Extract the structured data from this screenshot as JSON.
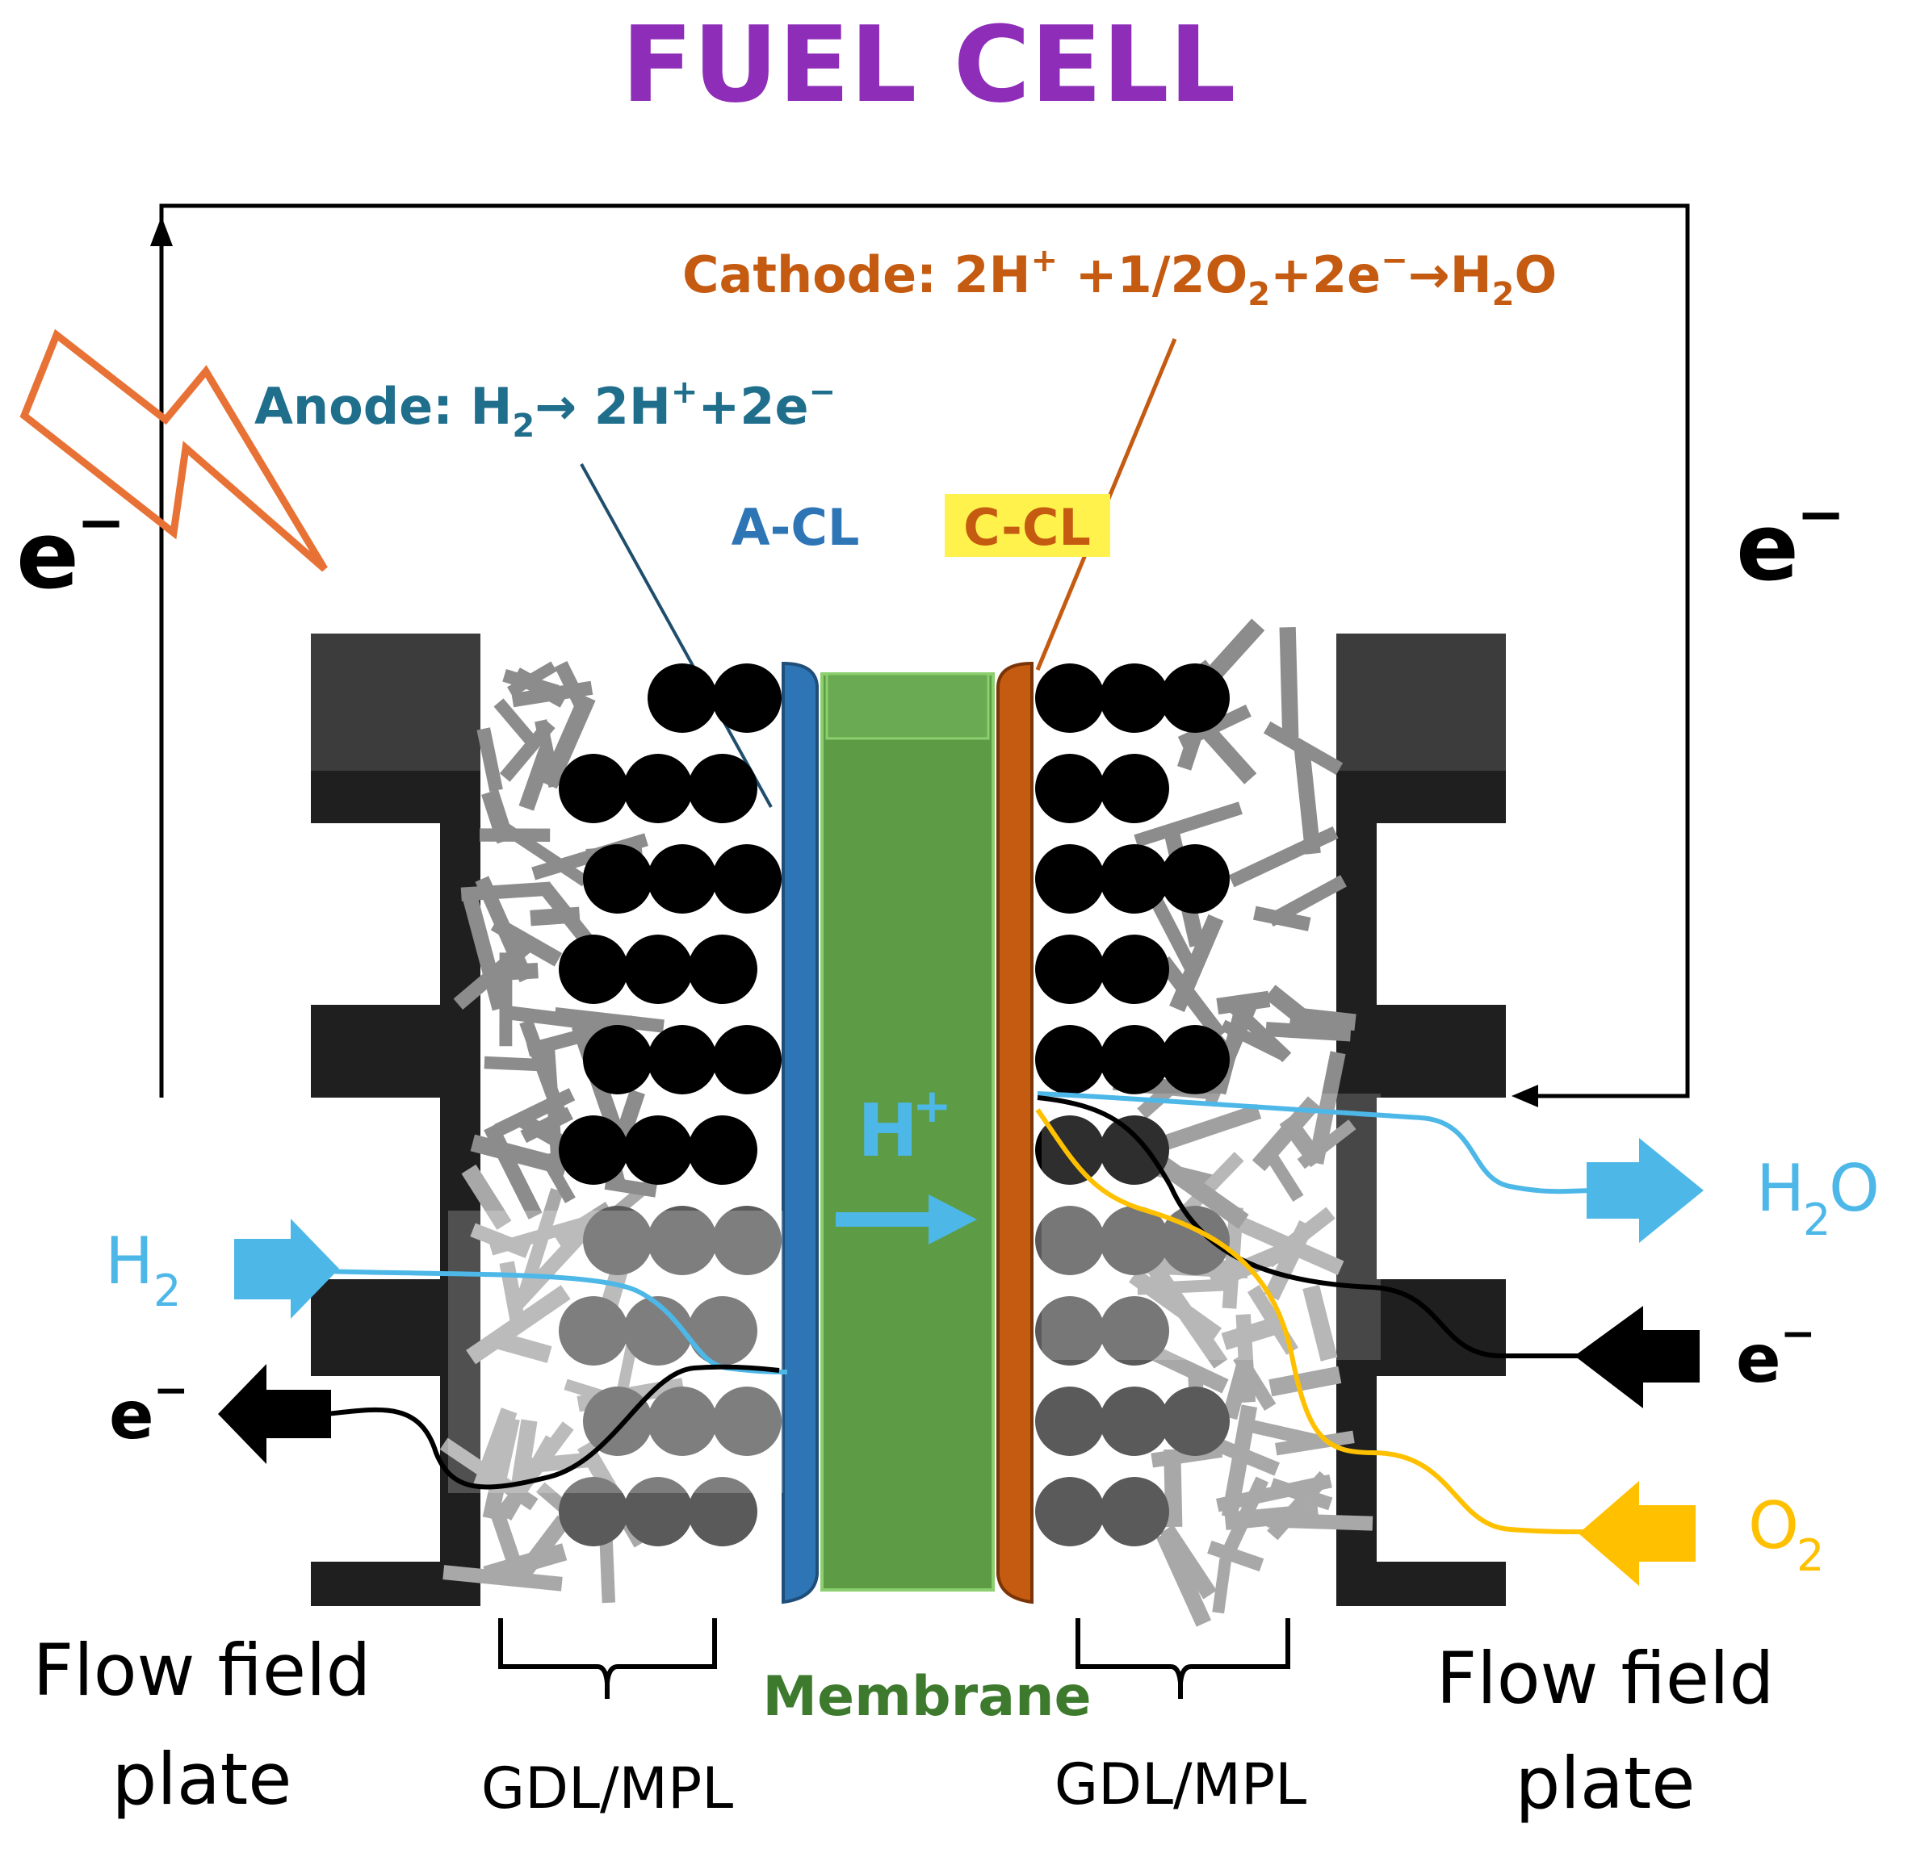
{
  "title": "FUEL CELL",
  "reactions": {
    "cathode": {
      "prefix": "Cathode: 2H",
      "plus": "+",
      "mid1": " +1/2O",
      "sub2": "2",
      "mid2": "+2e",
      "minus": "−",
      "arrow": "→",
      "h": "H",
      "sub2b": "2",
      "o": "O"
    },
    "anode": {
      "prefix": "Anode: H",
      "sub2": "2",
      "arrow": "→",
      "mid": " 2H",
      "plus": "+",
      "mid2": "+2e",
      "minus": "−"
    }
  },
  "layers": {
    "acl": "A-CL",
    "ccl": "C-CL",
    "membrane": "Membrane",
    "gdl_left": "GDL/MPL",
    "gdl_right": "GDL/MPL"
  },
  "plates": {
    "left_line1": "Flow field",
    "left_line2": "plate",
    "right_line1": "Flow field",
    "right_line2": "plate"
  },
  "species": {
    "electron_e": "e",
    "electron_minus": "−",
    "proton_h": "H",
    "proton_plus": "+",
    "h2_h": "H",
    "h2_sub": "2",
    "h2o_h": "H",
    "h2o_sub": "2",
    "h2o_o": "O",
    "o2_o": "O",
    "o2_sub": "2"
  },
  "colors": {
    "title": "#8E2DB8",
    "cathode": "#C55A11",
    "anode": "#1F6E8C",
    "acl": "#2E75B6",
    "ccl_bg": "#FFF24D",
    "membrane_fill": "#5E9B45",
    "membrane_label": "#3E7A2E",
    "h2": "#4DB8E8",
    "o2": "#FFC000",
    "electron": "#000000"
  }
}
